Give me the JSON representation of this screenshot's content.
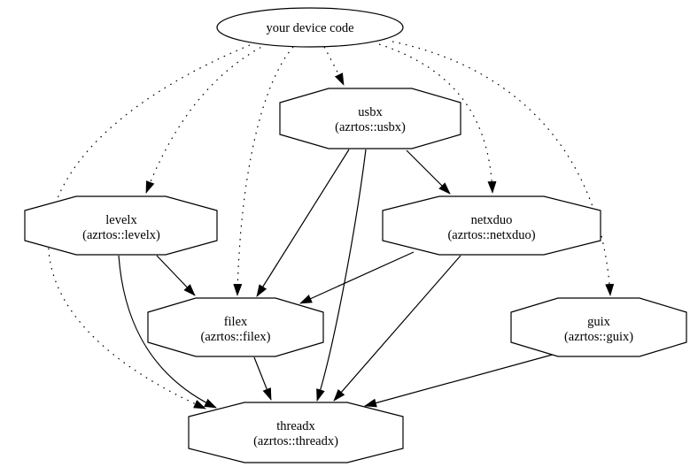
{
  "diagram": {
    "kind": "dependency-graph",
    "colors": {
      "background": "#ffffff",
      "node_fill": "#ffffff",
      "stroke": "#000000",
      "text": "#000000"
    },
    "nodes": [
      {
        "id": "device_code",
        "shape": "ellipse",
        "label": "your device code",
        "sublabel": ""
      },
      {
        "id": "usbx",
        "shape": "octagon",
        "label": "usbx",
        "sublabel": "(azrtos::usbx)"
      },
      {
        "id": "levelx",
        "shape": "octagon",
        "label": "levelx",
        "sublabel": "(azrtos::levelx)"
      },
      {
        "id": "netxduo",
        "shape": "octagon",
        "label": "netxduo",
        "sublabel": "(azrtos::netxduo)"
      },
      {
        "id": "filex",
        "shape": "octagon",
        "label": "filex",
        "sublabel": "(azrtos::filex)"
      },
      {
        "id": "guix",
        "shape": "octagon",
        "label": "guix",
        "sublabel": "(azrtos::guix)"
      },
      {
        "id": "threadx",
        "shape": "octagon",
        "label": "threadx",
        "sublabel": "(azrtos::threadx)"
      }
    ],
    "edges": [
      {
        "from": "device_code",
        "to": "usbx",
        "style": "dotted"
      },
      {
        "from": "device_code",
        "to": "levelx",
        "style": "dotted"
      },
      {
        "from": "device_code",
        "to": "netxduo",
        "style": "dotted"
      },
      {
        "from": "device_code",
        "to": "filex",
        "style": "dotted"
      },
      {
        "from": "device_code",
        "to": "guix",
        "style": "dotted"
      },
      {
        "from": "device_code",
        "to": "threadx",
        "style": "dotted"
      },
      {
        "from": "usbx",
        "to": "netxduo",
        "style": "solid"
      },
      {
        "from": "usbx",
        "to": "filex",
        "style": "solid"
      },
      {
        "from": "usbx",
        "to": "threadx",
        "style": "solid"
      },
      {
        "from": "levelx",
        "to": "filex",
        "style": "solid"
      },
      {
        "from": "levelx",
        "to": "threadx",
        "style": "solid"
      },
      {
        "from": "netxduo",
        "to": "filex",
        "style": "solid"
      },
      {
        "from": "netxduo",
        "to": "threadx",
        "style": "solid"
      },
      {
        "from": "filex",
        "to": "threadx",
        "style": "solid"
      },
      {
        "from": "guix",
        "to": "threadx",
        "style": "solid"
      }
    ]
  }
}
